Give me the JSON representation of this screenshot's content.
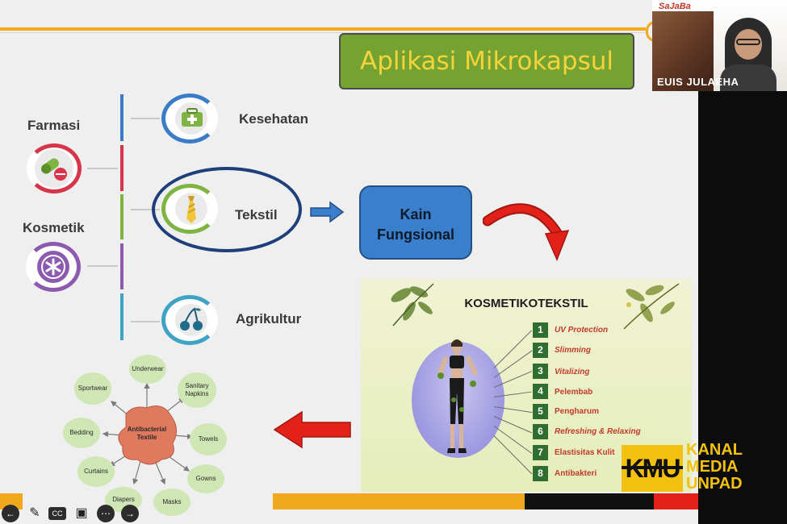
{
  "slide": {
    "title": "Aplikasi Mikrokapsul",
    "categories": {
      "farmasi": "Farmasi",
      "kosmetik": "Kosmetik",
      "kesehatan": "Kesehatan",
      "tekstil": "Tekstil",
      "agrikultur": "Agrikultur"
    },
    "kain_line1": "Kain",
    "kain_line2": "Fungsional",
    "antibacterial": {
      "center_line1": "Antibacterial",
      "center_line2": "Textile",
      "items": [
        "Underwear",
        "Sanitary Napkins",
        "Towels",
        "Gowns",
        "Masks",
        "Diapers",
        "Curtains",
        "Bedding",
        "Sportwear"
      ]
    },
    "kosmetikotekstil": {
      "title": "KOSMETIKOTEKSTIL",
      "features": [
        {
          "num": "1",
          "text": "UV Protection"
        },
        {
          "num": "2",
          "text": "Slimming"
        },
        {
          "num": "3",
          "text": "Vitalizing"
        },
        {
          "num": "4",
          "text": "Pelembab"
        },
        {
          "num": "5",
          "text": "Pengharum"
        },
        {
          "num": "6",
          "text": "Refreshing & Relaxing"
        },
        {
          "num": "7",
          "text": "Elastisitas Kulit"
        },
        {
          "num": "8",
          "text": "Antibakteri"
        }
      ]
    }
  },
  "speaker": {
    "name": "EUIS JULAEHA",
    "logo_text": "SaJaBa"
  },
  "watermark": {
    "mark": "KMU",
    "line1": "KANAL",
    "line2": "MEDIA",
    "line3": "UNPAD"
  },
  "toolbar": [
    "back-icon",
    "pen-icon",
    "cc-icon",
    "camera-icon",
    "more-icon",
    "forward-icon"
  ],
  "colors": {
    "title_bg": "#75a332",
    "title_text": "#f4d43a",
    "kain_bg": "#3a7fcb",
    "accent_orange": "#f0a81c",
    "arrow_red": "#e32119",
    "watermark_yellow": "#f2c10f"
  }
}
